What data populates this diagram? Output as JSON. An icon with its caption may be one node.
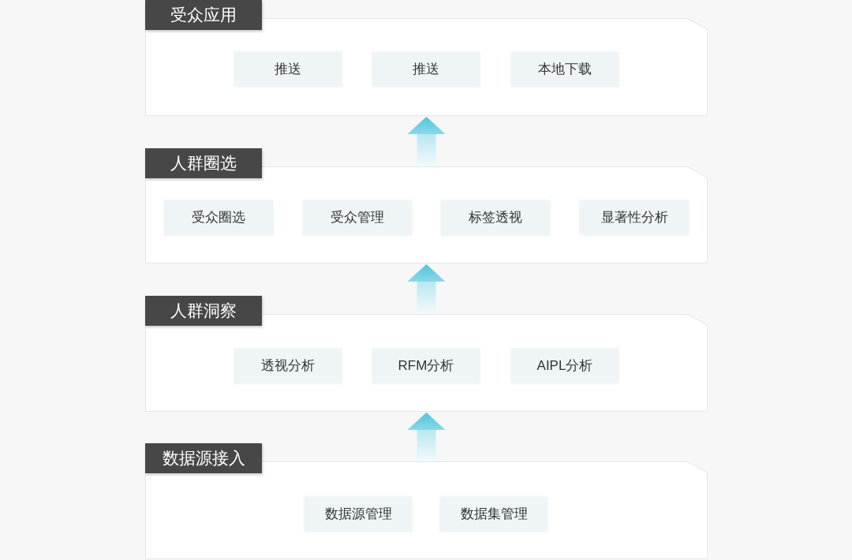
{
  "diagram": {
    "nodes": [
      {
        "text": [
          "受众应用"
        ]
      },
      {
        "text": [
          "推送"
        ],
        "in": 0
      },
      {
        "text": [
          "推送"
        ],
        "in": 0
      },
      {
        "text": [
          "本地下载"
        ],
        "in": 0
      },
      {
        "text": [
          "人群圈选"
        ]
      },
      {
        "text": [
          "受众圈选"
        ],
        "in": 4
      },
      {
        "text": [
          "受众管理"
        ],
        "in": 4
      },
      {
        "text": [
          "标签透视"
        ],
        "in": 4
      },
      {
        "text": [
          "显著性分析"
        ],
        "in": 4
      },
      {
        "text": [
          "人群洞察"
        ]
      },
      {
        "text": [
          "透视分析"
        ],
        "in": 9
      },
      {
        "text": [
          "RFM分析"
        ],
        "in": 9
      },
      {
        "text": [
          "AIPL分析"
        ],
        "in": 9
      },
      {
        "text": [
          "数据源接入"
        ]
      },
      {
        "text": [
          "数据源管理"
        ],
        "in": 13
      },
      {
        "text": [
          "数据集管理"
        ],
        "in": 13
      }
    ],
    "edges": [
      {
        "from": 4,
        "to": 0,
        "arrow": "to"
      },
      {
        "from": 9,
        "to": 4,
        "arrow": "to"
      },
      {
        "from": 13,
        "to": 9,
        "arrow": "to"
      }
    ]
  }
}
